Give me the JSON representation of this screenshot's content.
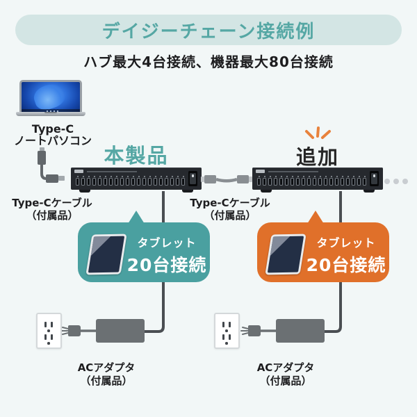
{
  "header": {
    "title": "デイジーチェーン接続例",
    "subtitle": "ハブ最大4台接続、機器最大80台接続"
  },
  "laptop": {
    "label_line1": "Type-C",
    "label_line2": "ノートパソコン"
  },
  "product_hub": {
    "label": "本製品",
    "port_count": 20
  },
  "added_hub": {
    "label": "追加"
  },
  "typec_cable": {
    "line1": "Type-Cケーブル",
    "line2": "（付属品）"
  },
  "tablet_callout": {
    "line1": "タブレット",
    "line2": "20台接続"
  },
  "ac_adapter": {
    "line1": "ACアダプタ",
    "line2": "（付属品）"
  },
  "colors": {
    "background": "#f2f7f7",
    "banner_bg": "#d3e5e4",
    "accent_teal": "#55a7a4",
    "callout_teal": "#4aa0a0",
    "callout_orange": "#e0702a",
    "hub_body": "#26292e",
    "cable_gray": "#4a4e52"
  }
}
